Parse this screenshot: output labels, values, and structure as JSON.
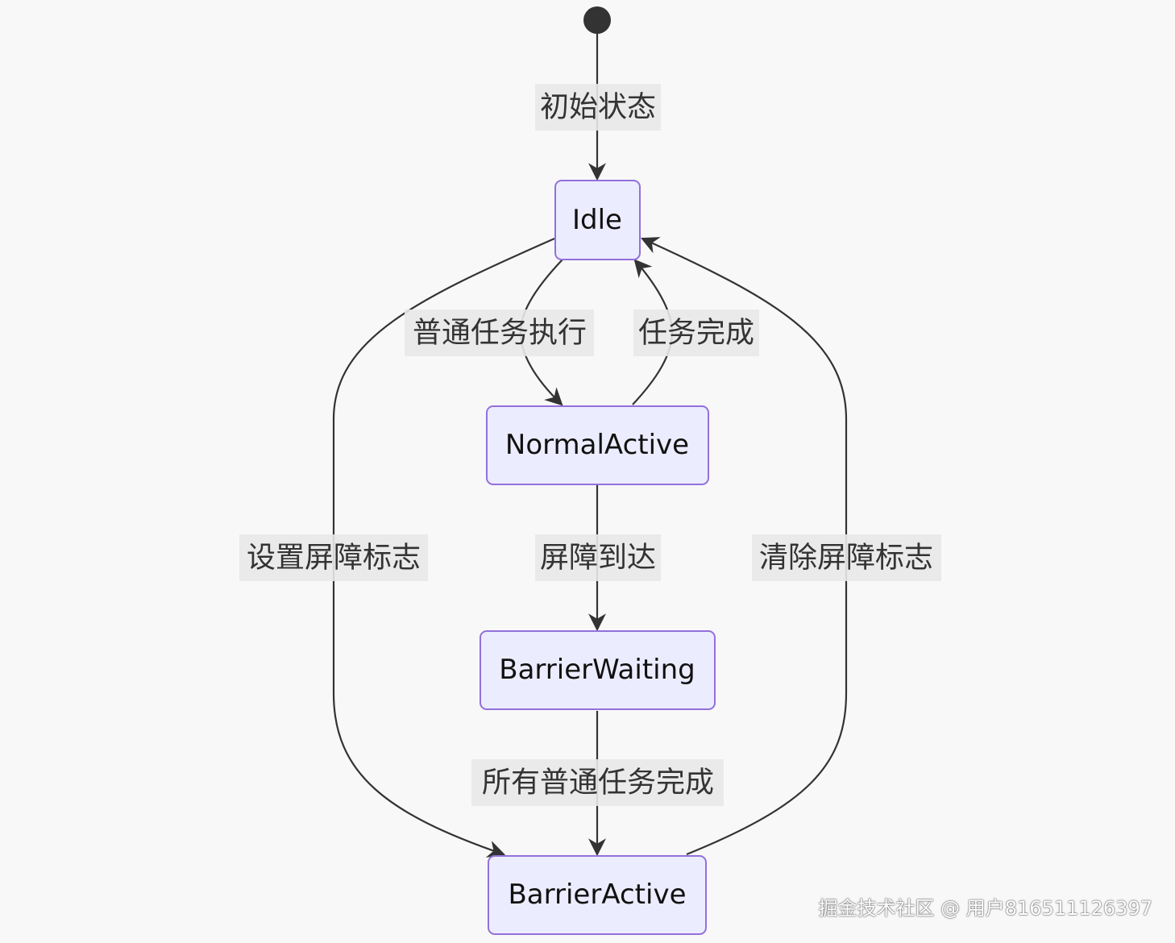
{
  "diagram": {
    "type": "state-diagram",
    "states": {
      "idle": "Idle",
      "normal_active": "NormalActive",
      "barrier_waiting": "BarrierWaiting",
      "barrier_active": "BarrierActive"
    },
    "transitions": {
      "start_to_idle": "初始状态",
      "idle_to_normal": "普通任务执行",
      "normal_to_idle": "任务完成",
      "idle_to_barrier_active": "设置屏障标志",
      "normal_to_barrier_waiting": "屏障到达",
      "barrier_active_to_idle": "清除屏障标志",
      "barrier_waiting_to_barrier_active": "所有普通任务完成"
    }
  },
  "watermark": "掘金技术社区 @ 用户816511126397"
}
